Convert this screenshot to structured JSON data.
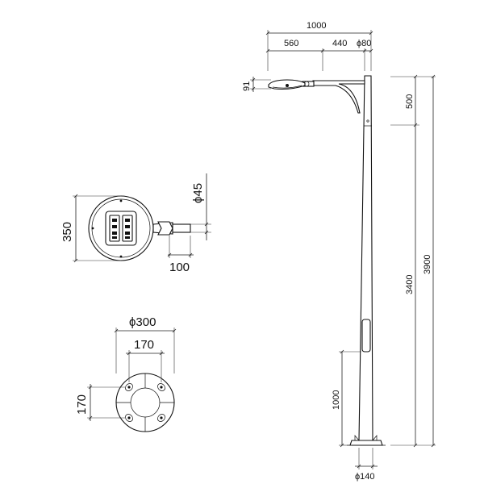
{
  "labels": {
    "top_1000": "1000",
    "top_560": "560",
    "top_440": "440",
    "top_d80": "ϕ80",
    "arm_91": "91",
    "h_500": "500",
    "h_3400": "3400",
    "h_3900": "3900",
    "h_1000": "1000",
    "base_d140": "ϕ140",
    "lum_350": "350",
    "lum_d45": "ϕ45",
    "lum_100": "100",
    "flange_d300": "ϕ300",
    "flange_170_h": "170",
    "flange_170_v": "170"
  },
  "colors": {
    "line": "#111111",
    "background": "#ffffff"
  }
}
